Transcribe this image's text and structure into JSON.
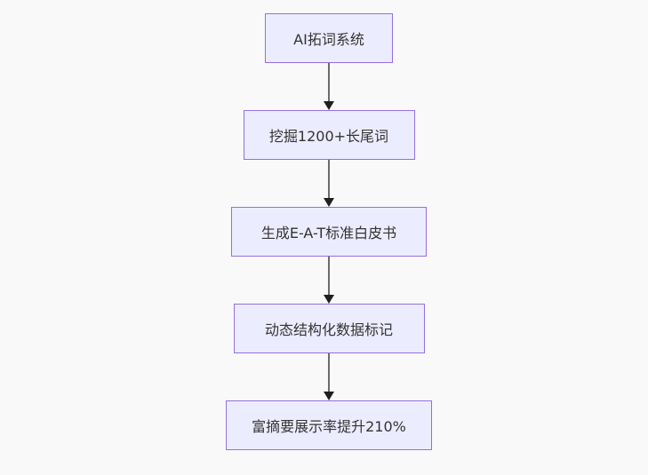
{
  "flowchart": {
    "type": "vertical-flowchart",
    "nodes": [
      {
        "label": "AI拓词系统"
      },
      {
        "label": "挖掘1200+长尾词"
      },
      {
        "label": "生成E-A-T标准白皮书"
      },
      {
        "label": "动态结构化数据标记"
      },
      {
        "label": "富摘要展示率提升210%"
      }
    ],
    "edges": [
      {
        "from": 0,
        "to": 1
      },
      {
        "from": 1,
        "to": 2
      },
      {
        "from": 2,
        "to": 3
      },
      {
        "from": 3,
        "to": 4
      }
    ],
    "colors": {
      "node_fill": "#ECECFF",
      "node_border": "#9370DB",
      "node_text": "#333333",
      "edge_line": "#6b6b6b",
      "arrowhead": "#1f1f1f",
      "background": "#f9f9f9"
    }
  }
}
